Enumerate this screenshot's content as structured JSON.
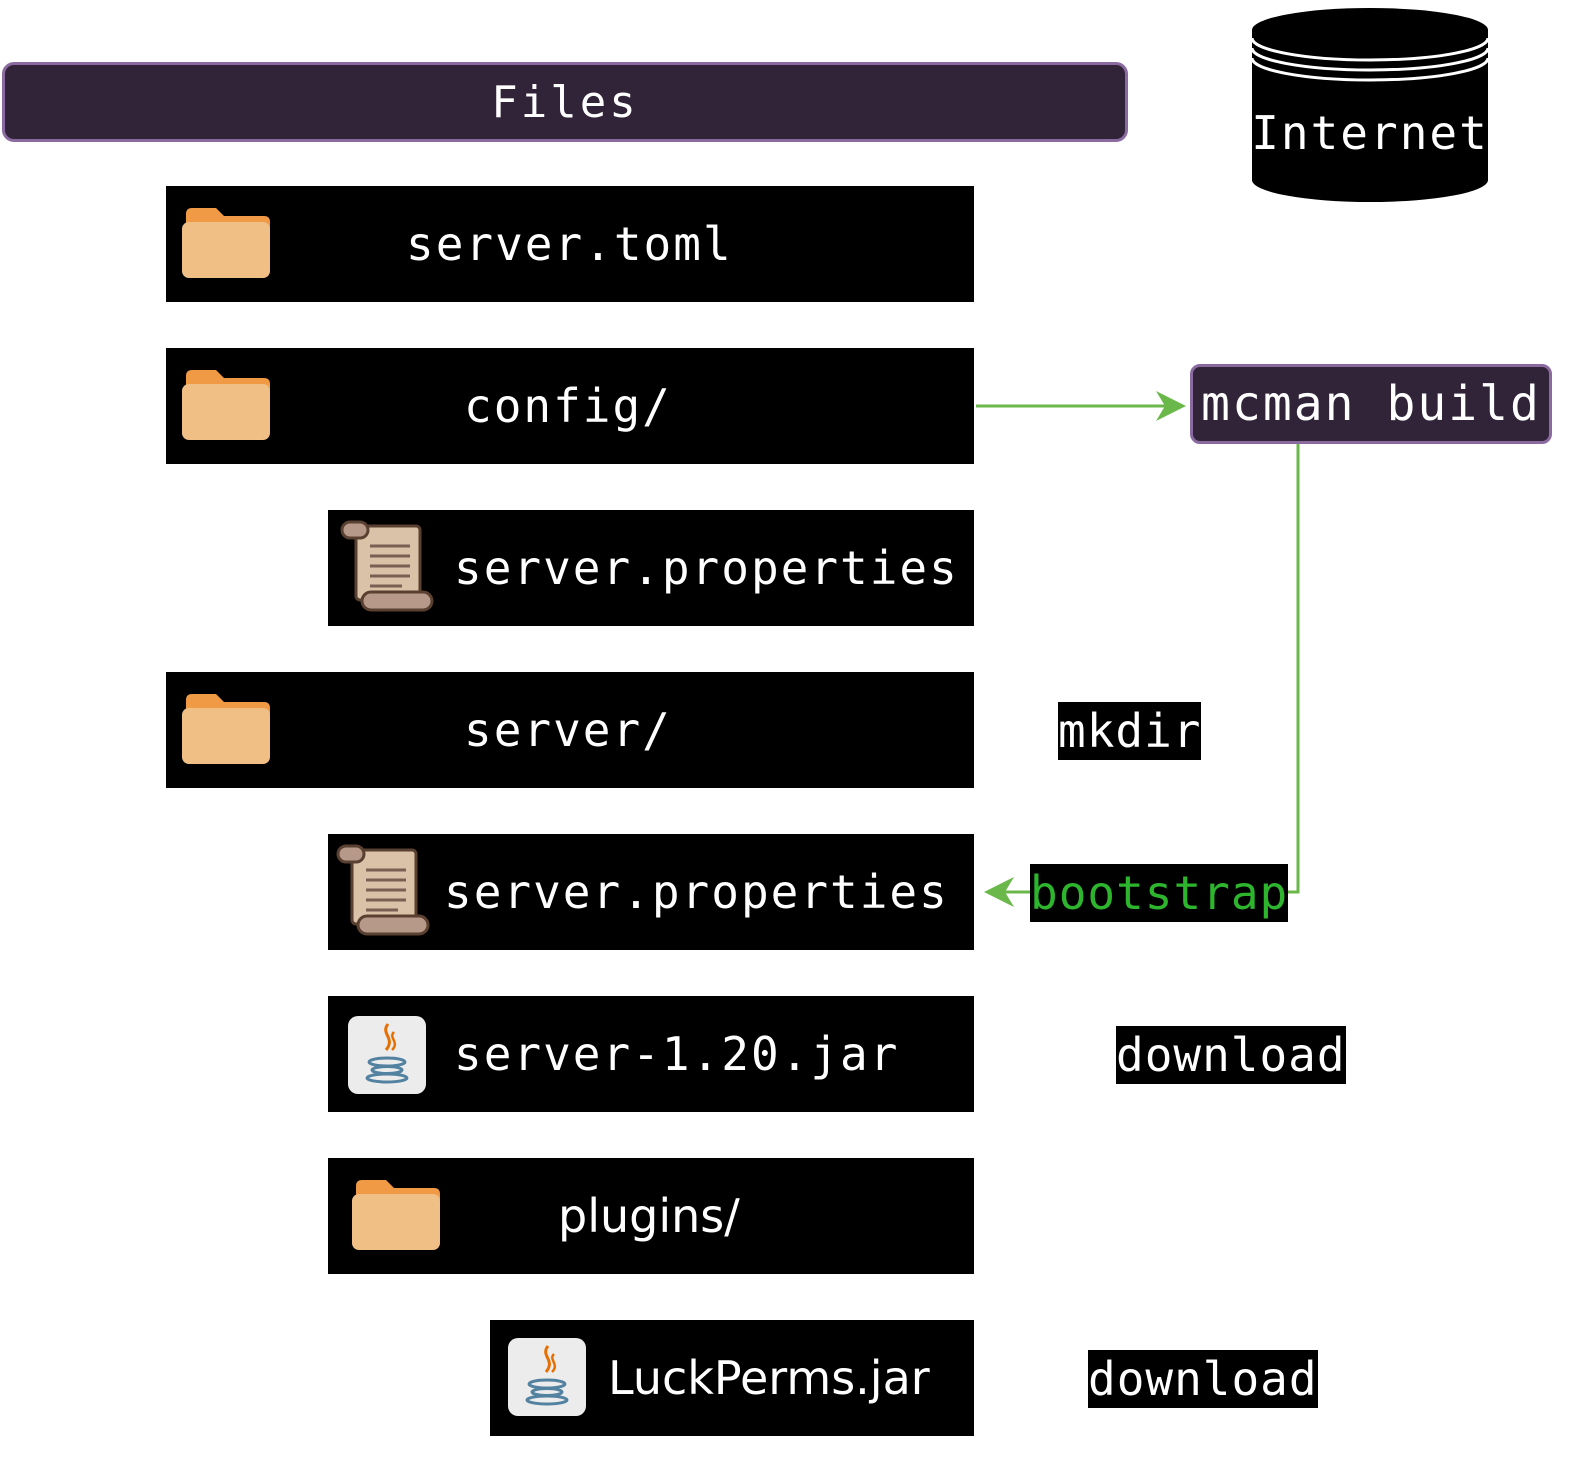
{
  "header": {
    "title": "Files"
  },
  "internet": {
    "label": "Internet"
  },
  "command": {
    "label": "mcman build"
  },
  "files": [
    {
      "name": "server.toml",
      "icon": "folder-icon"
    },
    {
      "name": "config/",
      "icon": "folder-icon"
    },
    {
      "name": "server.properties",
      "icon": "scroll-icon"
    },
    {
      "name": "server/",
      "icon": "folder-icon"
    },
    {
      "name": "server.properties",
      "icon": "scroll-icon"
    },
    {
      "name": "server-1.20.jar",
      "icon": "java-icon"
    },
    {
      "name": "plugins/",
      "icon": "folder-icon"
    },
    {
      "name": "LuckPerms.jar",
      "icon": "java-icon"
    }
  ],
  "actions": {
    "mkdir": "mkdir",
    "bootstrap": "bootstrap",
    "download_server": "download",
    "download_plugin": "download"
  },
  "colors": {
    "header_bg": "#312338",
    "header_border": "#8b6aa0",
    "arrow": "#6ab84a",
    "bootstrap_text": "#2db52d",
    "folder": "#f0bf86",
    "folder_tab": "#f09a45"
  }
}
